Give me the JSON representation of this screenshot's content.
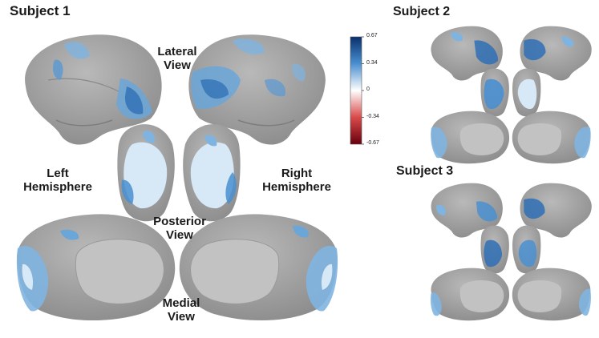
{
  "subjects": [
    {
      "label": "Subject 1"
    },
    {
      "label": "Subject 2"
    },
    {
      "label": "Subject 3"
    }
  ],
  "views": {
    "lateral": [
      "Lateral",
      "View"
    ],
    "posterior": [
      "Posterior",
      "View"
    ],
    "medial": [
      "Medial",
      "View"
    ]
  },
  "hemispheres": {
    "left": [
      "Left",
      "Hemisphere"
    ],
    "right": [
      "Right",
      "Hemisphere"
    ]
  },
  "colorbar": {
    "ticks": [
      "0.67",
      "0.34",
      "0",
      "-0.34",
      "-0.67"
    ],
    "colors": {
      "pos_max": "#08306b",
      "pos_mid": "#4a8fd0",
      "zero": "#ffffff",
      "neg_mid": "#d94a4a",
      "neg_max": "#67000d"
    }
  },
  "colors": {
    "cortex": "#a8a8a8",
    "cortex_shade": "#8f8f8f",
    "medial_wall": "#c2c2c2",
    "activation_light": "#d7e8f6",
    "activation_mid": "#7fb4e0",
    "activation_dark": "#2f6fb5"
  }
}
